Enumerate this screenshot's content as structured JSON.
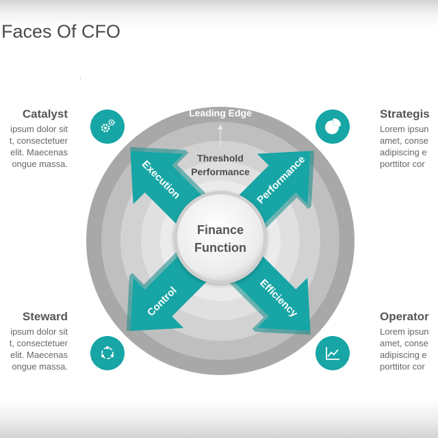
{
  "title": "Faces Of CFO",
  "quadrants": {
    "top_left": {
      "heading": "Catalyst",
      "body": "ipsum dolor sit\nt, consectetuer\nelit. Maecenas\nongue massa."
    },
    "bottom_left": {
      "heading": "Steward",
      "body": "ipsum dolor sit\nt, consectetuer\nelit. Maecenas\nongue massa."
    },
    "top_right": {
      "heading": "Strategis",
      "body": "Lorem ipsun\namet, conse\nadipiscing e\nporttitor cor"
    },
    "bottom_right": {
      "heading": "Operator",
      "body": "Lorem ipsun\namet, conse\nadipiscing e\nporttitor cor"
    }
  },
  "diagram": {
    "outer_label": "Leading Edge",
    "inner_label_line1": "Threshold",
    "inner_label_line2": "Performance",
    "center_line1": "Finance",
    "center_line2": "Function",
    "arrows": {
      "top_left": "Execution",
      "top_right": "Performance",
      "bottom_left": "Control",
      "bottom_right": "Efficiency"
    }
  },
  "icons": {
    "top_left": "gears-icon",
    "top_right": "pie-chart-icon",
    "bottom_left": "cycle-icon",
    "bottom_right": "line-chart-icon"
  },
  "colors": {
    "accent": "#17a5a5",
    "accent_dark": "#0f8a8a",
    "ring_outer": "#a9a9a9",
    "ring_2": "#c4c4c4",
    "ring_3": "#d6d6d6",
    "ring_4": "#e4e4e4",
    "ring_5": "#f0f0f0",
    "center": "#f4f4f4"
  }
}
